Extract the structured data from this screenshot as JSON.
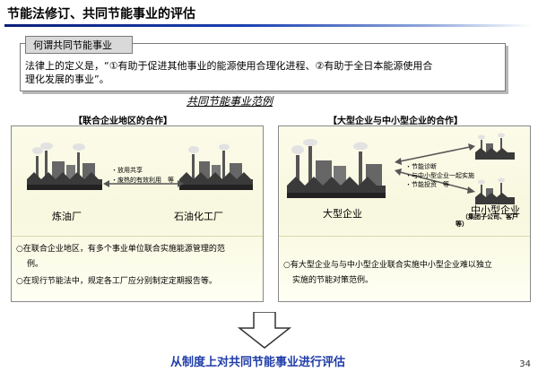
{
  "header": {
    "title": "节能法修订、共同节能事业的评估"
  },
  "definition": {
    "tab": "何谓共同节能事业",
    "line1": "法律上的定义是，“①有助于促进其他事业的能源使用合理化进程、②有助于全日本能源使用合",
    "line2": "理化发展的事业”。"
  },
  "scope_title": "共同节能事业范例",
  "left": {
    "heading": "【联合企业地区的合作】",
    "arrow_note_1": "・放用共享",
    "arrow_note_2": "・废热的有效利用　等",
    "label_a": "炼油厂",
    "label_b": "石油化工厂",
    "note_1": "○在联合企业地区，有多个事业单位联合实施能源管理的范",
    "note_2": "例。",
    "note_3": "○在现行节能法中，规定各工厂应分别制定定期报告等。"
  },
  "right": {
    "heading": "【大型企业与中小型企业的合作】",
    "arrow_note_1": "・节能诊断",
    "arrow_note_2": "・与中小型企业一起实施",
    "arrow_note_3": "・节能投资　等",
    "label_big": "大型企业",
    "label_small": "中小型企业",
    "label_small_sub_1": "（集团子公司、客户",
    "label_small_sub_2": "等）",
    "note_1": "○有大型企业与与中小型企业联合实施中小型企业难以独立",
    "note_2": "实施的节能对策范例。"
  },
  "conclusion": "从制度上对共同节能事业进行评估",
  "page_number": "34",
  "colors": {
    "title_bar": "#0a1f7a",
    "conclusion": "#1f3da8",
    "panel_fill": "#f8f8df"
  }
}
